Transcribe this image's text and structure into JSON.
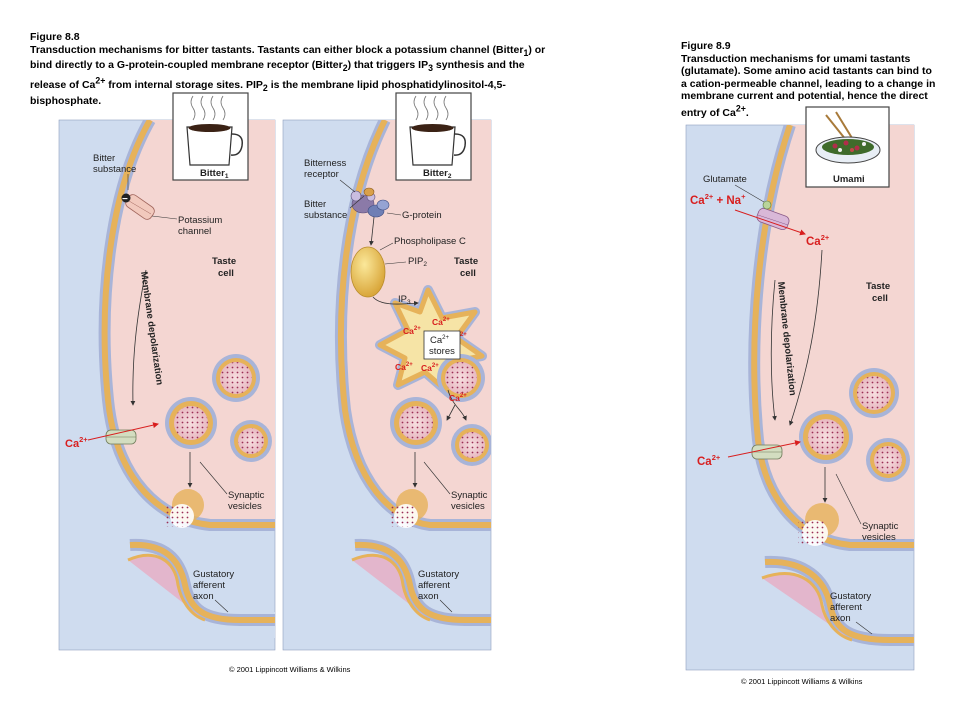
{
  "fig88": {
    "title": "Figure 8.8",
    "body_html": "Transduction mechanisms for bitter tastants. Tastants can either block a potassium channel (Bitter<sub>1</sub>) or bind directly to a G-protein-coupled membrane receptor (Bitter<sub>2</sub>) that triggers IP<sub>3</sub> synthesis and the release of Ca<sup>2+</sup> from internal storage sites. PIP<sub>2</sub> is the membrane lipid phosphatidylinositol-4,5-bisphosphate."
  },
  "fig89": {
    "title": "Figure 8.9",
    "body_html": "Transduction mechanisms for umami tastants (glutamate). Some amino acid tastants can bind to a cation-permeable channel, leading to a change in membrane current and potential, hence the direct entry of Ca<sup>2+</sup>."
  },
  "panel1": {
    "box_label": "Bitter",
    "box_sub": "1",
    "bitter_substance_1": "Bitter",
    "bitter_substance_2": "substance",
    "minus": "−",
    "potassium_1": "Potassium",
    "potassium_2": "channel",
    "taste_1": "Taste",
    "taste_2": "cell",
    "membrane_depol": "Membrane depolarization",
    "ca": "Ca",
    "ca_sup": "2+",
    "synaptic_1": "Synaptic",
    "synaptic_2": "vesicles",
    "gustatory_1": "Gustatory",
    "gustatory_2": "afferent",
    "gustatory_3": "axon"
  },
  "panel2": {
    "box_label": "Bitter",
    "box_sub": "2",
    "receptor_1": "Bitterness",
    "receptor_2": "receptor",
    "substance_1": "Bitter",
    "substance_2": "substance",
    "gprotein": "G-protein",
    "plc": "Phospholipase C",
    "pip": "PIP",
    "pip_sub": "2",
    "taste_1": "Taste",
    "taste_2": "cell",
    "ip": "IP",
    "ip_sub": "3",
    "ca": "Ca",
    "ca_sup": "2+",
    "stores_1": "Ca",
    "stores_sup": "2+",
    "stores_2": "stores",
    "synaptic_1": "Synaptic",
    "synaptic_2": "vesicles",
    "gustatory_1": "Gustatory",
    "gustatory_2": "afferent",
    "gustatory_3": "axon"
  },
  "panel3": {
    "box_label": "Umami",
    "glutamate": "Glutamate",
    "ca_na_1": "Ca",
    "ca_na_sup": "2+",
    "ca_na_2": " + Na",
    "ca_na_sup2": "+",
    "ca": "Ca",
    "ca_sup": "2+",
    "membrane_depol": "Membrane depolarization",
    "taste_1": "Taste",
    "taste_2": "cell",
    "synaptic_1": "Synaptic",
    "synaptic_2": "vesicles",
    "gustatory_1": "Gustatory",
    "gustatory_2": "afferent",
    "gustatory_3": "axon"
  },
  "copyright_left": "© 2001 Lippincott Williams & Wilkins",
  "copyright_right": "© 2001 Lippincott Williams & Wilkins",
  "colors": {
    "background_blue": "#cfdcef",
    "cell_pink": "#f4d6d2",
    "membrane_gold": "#e6b25a",
    "membrane_blue": "#a8b4d8",
    "calcium_red": "#d81e1e",
    "vesicle_dot": "#9b2f56"
  }
}
